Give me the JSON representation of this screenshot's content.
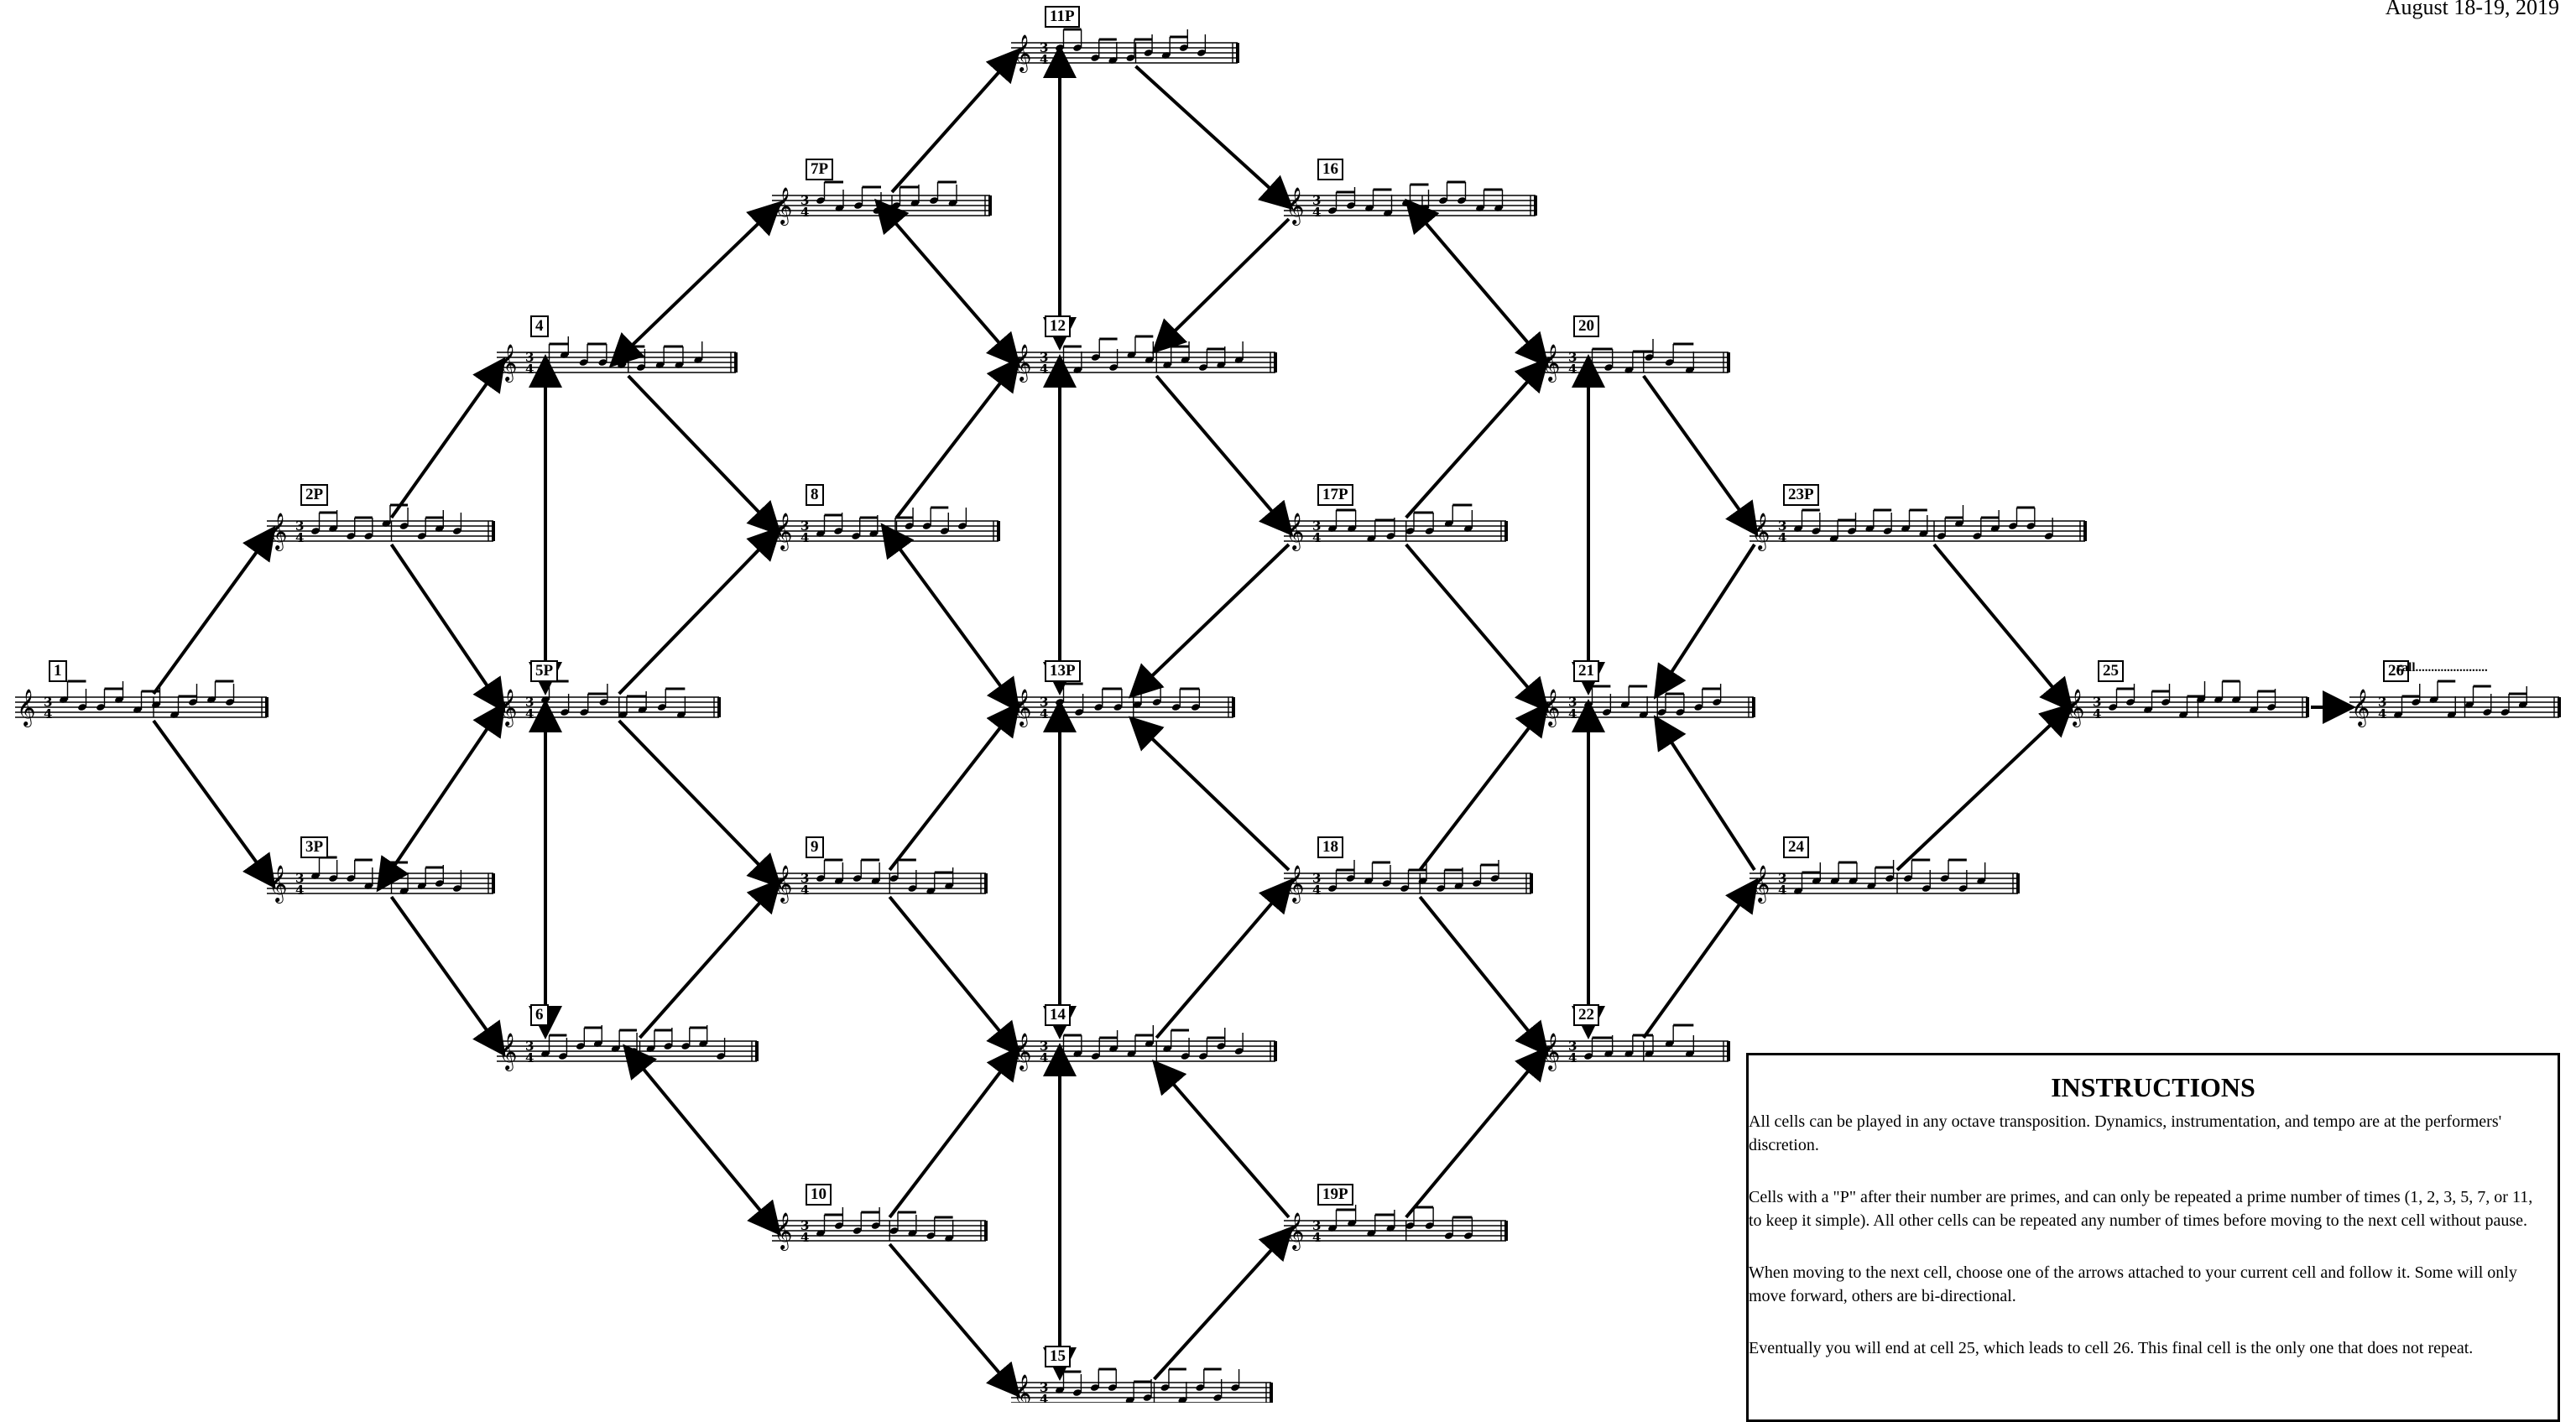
{
  "header": {
    "date": "August 18-19, 2019"
  },
  "cells": [
    {
      "id": "c1",
      "label": "1"
    },
    {
      "id": "c2P",
      "label": "2P"
    },
    {
      "id": "c3P",
      "label": "3P"
    },
    {
      "id": "c4",
      "label": "4"
    },
    {
      "id": "c5P",
      "label": "5P"
    },
    {
      "id": "c6",
      "label": "6"
    },
    {
      "id": "c7P",
      "label": "7P"
    },
    {
      "id": "c8",
      "label": "8"
    },
    {
      "id": "c9",
      "label": "9"
    },
    {
      "id": "c10",
      "label": "10"
    },
    {
      "id": "c11P",
      "label": "11P"
    },
    {
      "id": "c12",
      "label": "12"
    },
    {
      "id": "c13P",
      "label": "13P"
    },
    {
      "id": "c14",
      "label": "14"
    },
    {
      "id": "c15",
      "label": "15"
    },
    {
      "id": "c16",
      "label": "16"
    },
    {
      "id": "c17P",
      "label": "17P"
    },
    {
      "id": "c18",
      "label": "18"
    },
    {
      "id": "c19P",
      "label": "19P"
    },
    {
      "id": "c20",
      "label": "20"
    },
    {
      "id": "c21",
      "label": "21"
    },
    {
      "id": "c22",
      "label": "22"
    },
    {
      "id": "c23P",
      "label": "23P"
    },
    {
      "id": "c24",
      "label": "24"
    },
    {
      "id": "c25",
      "label": "25"
    },
    {
      "id": "c26",
      "label": "26"
    }
  ],
  "cell26_marking": "rall.......................",
  "instructions": {
    "title": "INSTRUCTIONS",
    "paragraphs": [
      "All cells can be played in any octave transposition. Dynamics, instrumentation, and tempo are at the performers' discretion.",
      "Cells with a \"P\" after their number are primes, and can only be repeated a prime number of times (1, 2, 3, 5, 7, or 11, to keep it simple). All other cells can be repeated any number of times before moving to the next cell without pause.",
      "When moving to the next cell, choose one of the arrows attached to your current cell and follow it. Some will only move forward, others are bi-directional.",
      "Eventually you will end at cell 25, which leads to cell 26. This final cell is the only one that does not repeat."
    ]
  }
}
